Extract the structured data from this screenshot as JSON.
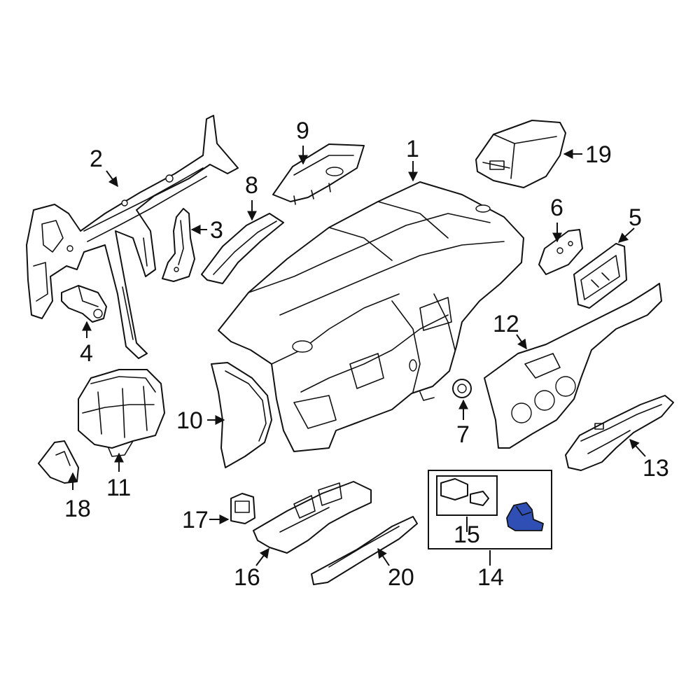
{
  "highlight_color": "#2f4fb5",
  "callouts": [
    {
      "key": "c1",
      "label": "1"
    },
    {
      "key": "c2",
      "label": "2"
    },
    {
      "key": "c3",
      "label": "3"
    },
    {
      "key": "c4",
      "label": "4"
    },
    {
      "key": "c5",
      "label": "5"
    },
    {
      "key": "c6",
      "label": "6"
    },
    {
      "key": "c7",
      "label": "7"
    },
    {
      "key": "c8",
      "label": "8"
    },
    {
      "key": "c9",
      "label": "9"
    },
    {
      "key": "c10",
      "label": "10"
    },
    {
      "key": "c11",
      "label": "11"
    },
    {
      "key": "c12",
      "label": "12"
    },
    {
      "key": "c13",
      "label": "13"
    },
    {
      "key": "c14",
      "label": "14"
    },
    {
      "key": "c15",
      "label": "15"
    },
    {
      "key": "c16",
      "label": "16"
    },
    {
      "key": "c17",
      "label": "17"
    },
    {
      "key": "c18",
      "label": "18"
    },
    {
      "key": "c19",
      "label": "19"
    },
    {
      "key": "c20",
      "label": "20"
    }
  ]
}
